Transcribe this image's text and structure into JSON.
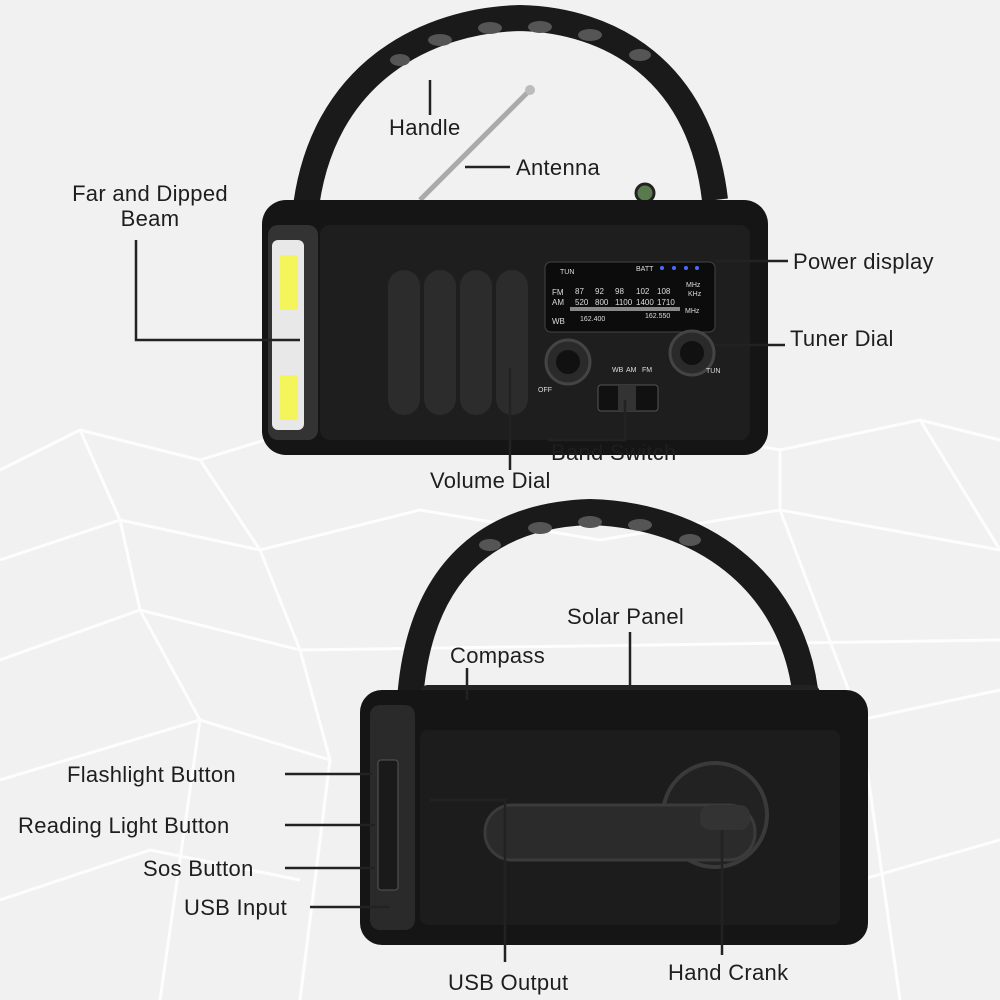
{
  "top_radio": {
    "labels": {
      "handle": "Handle",
      "antenna": "Antenna",
      "beam_line1": "Far and Dipped",
      "beam_line2": "Beam",
      "power_display": "Power display",
      "tuner_dial": "Tuner Dial",
      "band_switch": "Band Switch",
      "volume_dial": "Volume Dial"
    },
    "dial_panel": {
      "tun": "TUN",
      "batt": "BATT",
      "fm": "FM",
      "am": "AM",
      "wb": "WB",
      "fm_values": [
        "87",
        "92",
        "98",
        "102",
        "108"
      ],
      "am_values": [
        "520",
        "800",
        "1100",
        "1400",
        "1710"
      ],
      "mhz": "MHz",
      "khz": "KHz",
      "wb_low": "162.400",
      "wb_high": "162.550",
      "wb_unit": "MHz",
      "off": "OFF",
      "tun_knob": "TUN",
      "band_options": [
        "WB",
        "AM",
        "FM"
      ]
    }
  },
  "bottom_radio": {
    "labels": {
      "solar_panel": "Solar Panel",
      "compass": "Compass",
      "flashlight_button": "Flashlight Button",
      "reading_light_button": "Reading Light Button",
      "sos_button": "Sos Button",
      "usb_input": "USB Input",
      "usb_output": "USB Output",
      "hand_crank": "Hand Crank"
    }
  },
  "colors": {
    "background": "#f1f1f1",
    "body": "#151515",
    "lamp": "#f3f55a",
    "text": "#1e1e1e"
  }
}
